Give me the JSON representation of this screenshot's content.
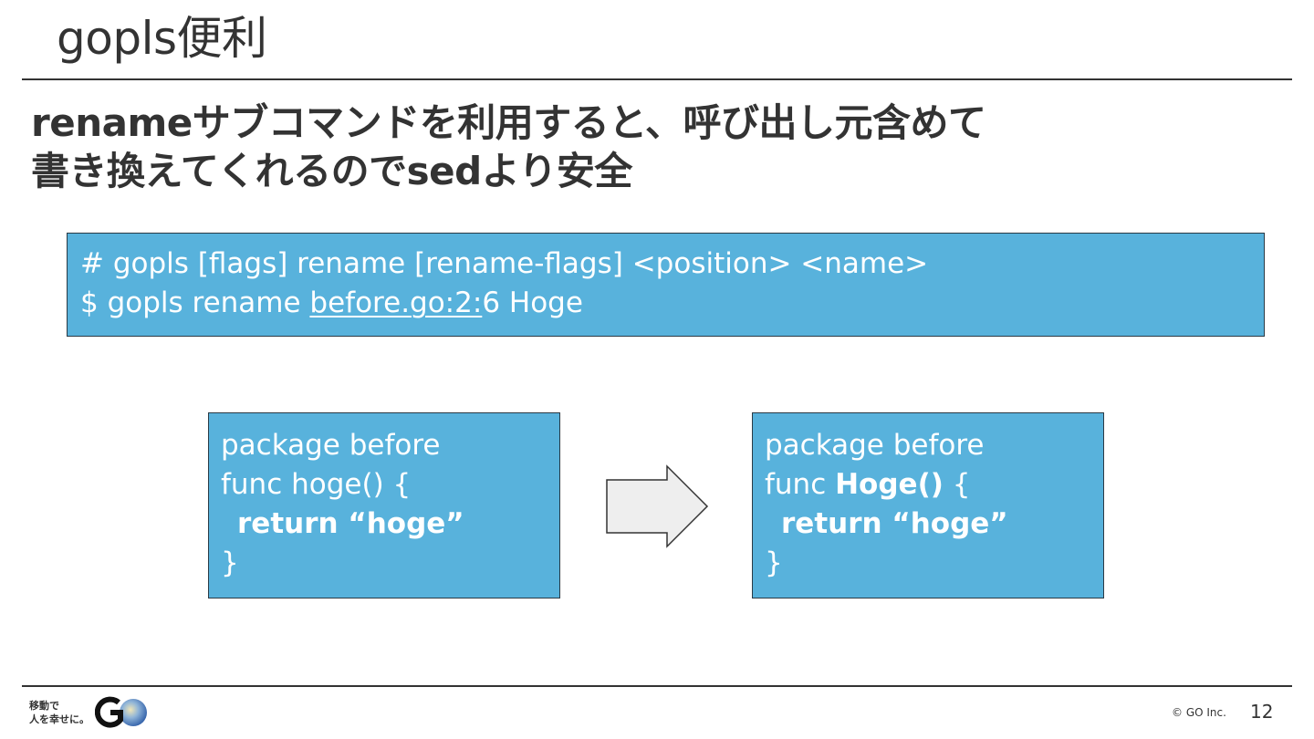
{
  "slide": {
    "title": "gopls便利",
    "headline_line1": "renameサブコマンドを利用すると、呼び出し元含めて",
    "headline_line2": "書き換えてくれるのでsedより安全",
    "page_number": "12"
  },
  "command_box": {
    "line1": "# gopls [flags] rename [rename-flags] <position> <name>",
    "line2_prefix": "$ gopls rename ",
    "line2_link": "before.go:2:",
    "line2_suffix": "6 Hoge"
  },
  "before_code": {
    "line1": "package before",
    "line2_prefix": "func ",
    "line2_name": "hoge()",
    "line2_suffix": " {",
    "line3": "return “hoge”",
    "line4": "}"
  },
  "after_code": {
    "line1": "package before",
    "line2_prefix": "func ",
    "line2_name": "Hoge()",
    "line2_suffix": " {",
    "line3": "return “hoge”",
    "line4": "}"
  },
  "arrow_icon": "right-arrow-icon",
  "footer": {
    "tagline_line1": "移動で",
    "tagline_line2": "人を幸せに。",
    "logo_icon": "go-logo-icon",
    "copyright": "© GO Inc."
  },
  "colors": {
    "code_box_fill": "#58b2dc",
    "code_box_border": "#2a3a45",
    "arrow_fill": "#eeeeee",
    "text_dark": "#333333",
    "logo_dark": "#111111",
    "logo_blue": "#3a6db3"
  }
}
